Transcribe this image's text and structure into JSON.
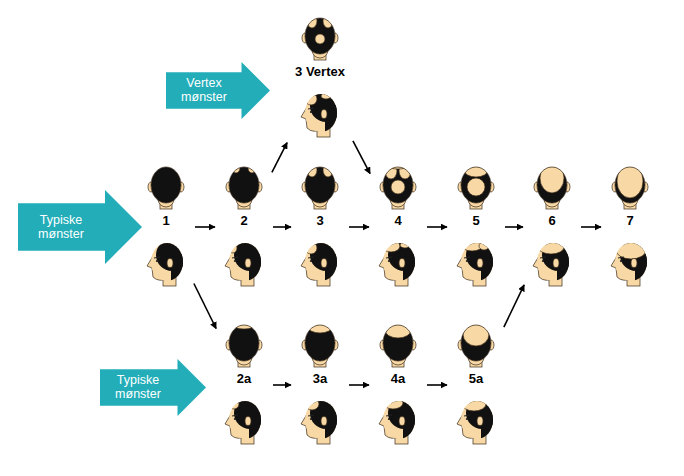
{
  "diagram": {
    "nodes": [
      {
        "text": [
          "Vertex mønster"
        ]
      },
      {
        "text": [
          "3 Vertex"
        ]
      },
      {
        "text": [
          "Typiske mønster"
        ]
      },
      {
        "text": [
          "1"
        ]
      },
      {
        "text": [
          "2"
        ]
      },
      {
        "text": [
          "3"
        ]
      },
      {
        "text": [
          "4"
        ]
      },
      {
        "text": [
          "5"
        ]
      },
      {
        "text": [
          "6"
        ]
      },
      {
        "text": [
          "7"
        ]
      },
      {
        "text": [
          "Typiske mønster"
        ]
      },
      {
        "text": [
          "2a"
        ]
      },
      {
        "text": [
          "3a"
        ]
      },
      {
        "text": [
          "4a"
        ]
      },
      {
        "text": [
          "5a"
        ]
      }
    ],
    "edges": [
      {
        "from": 3,
        "to": 4,
        "arrow": "to"
      },
      {
        "from": 4,
        "to": 5,
        "arrow": "to"
      },
      {
        "from": 5,
        "to": 6,
        "arrow": "to"
      },
      {
        "from": 6,
        "to": 7,
        "arrow": "to"
      },
      {
        "from": 7,
        "to": 8,
        "arrow": "to"
      },
      {
        "from": 8,
        "to": 9,
        "arrow": "to"
      },
      {
        "from": 4,
        "to": 1,
        "arrow": "to"
      },
      {
        "from": 1,
        "to": 6,
        "arrow": "to"
      },
      {
        "from": 3,
        "to": 11,
        "arrow": "to"
      },
      {
        "from": 11,
        "to": 12,
        "arrow": "to"
      },
      {
        "from": 12,
        "to": 13,
        "arrow": "to"
      },
      {
        "from": 13,
        "to": 14,
        "arrow": "to"
      },
      {
        "from": 14,
        "to": 8,
        "arrow": "to"
      }
    ]
  }
}
